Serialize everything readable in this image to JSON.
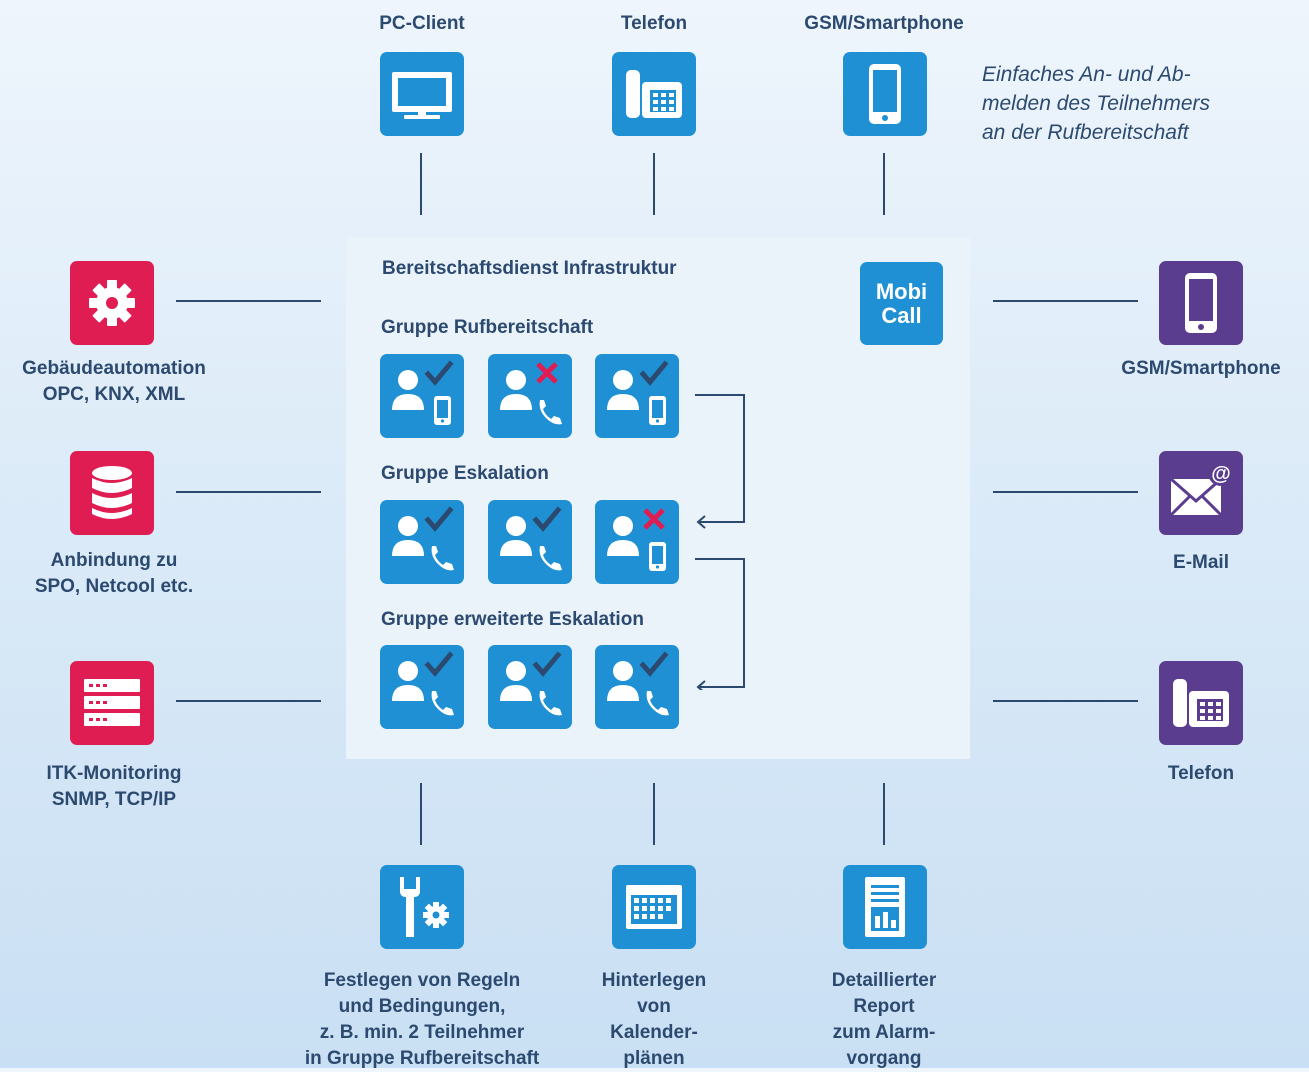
{
  "top": {
    "pc_client": "PC-Client",
    "telefon": "Telefon",
    "gsm": "GSM/Smartphone",
    "note": "Einfaches An- und Ab-\nmelden des Teilnehmers\nan der Rufbereitschaft"
  },
  "left": {
    "building": "Gebäudeautomation\nOPC, KNX, XML",
    "database": "Anbindung zu\nSPO, Netcool etc.",
    "monitoring": "ITK-Monitoring\nSNMP, TCP/IP"
  },
  "right": {
    "gsm": "GSM/Smartphone",
    "email": "E-Mail",
    "telefon": "Telefon"
  },
  "bottom": {
    "rules": "Festlegen von Regeln\nund Bedingungen,\nz. B. min. 2 Teilnehmer\nin Gruppe Rufbereitschaft",
    "calendar": "Hinterlegen\nvon\nKalender-\nplänen",
    "report": "Detaillierter\nReport\nzum Alarm-\nvorgang"
  },
  "panel": {
    "title": "Bereitschaftsdienst Infrastruktur",
    "mobi_line1": "Mobi",
    "mobi_line2": "Call",
    "groups": [
      {
        "name": "Gruppe Rufbereitschaft",
        "members": [
          {
            "status": "check",
            "device": "smartphone"
          },
          {
            "status": "cross",
            "device": "phone"
          },
          {
            "status": "check",
            "device": "smartphone"
          }
        ]
      },
      {
        "name": "Gruppe Eskalation",
        "members": [
          {
            "status": "check",
            "device": "phone"
          },
          {
            "status": "check",
            "device": "phone"
          },
          {
            "status": "cross",
            "device": "smartphone"
          }
        ]
      },
      {
        "name": "Gruppe erweiterte Eskalation",
        "members": [
          {
            "status": "check",
            "device": "phone"
          },
          {
            "status": "check",
            "device": "phone"
          },
          {
            "status": "check",
            "device": "phone"
          }
        ]
      }
    ]
  },
  "colors": {
    "blue": "#1f90d3",
    "red": "#df1d52",
    "purple": "#5a3d8e",
    "text": "#2c4a70",
    "check": "#2c4a70",
    "cross": "#df1d52"
  }
}
